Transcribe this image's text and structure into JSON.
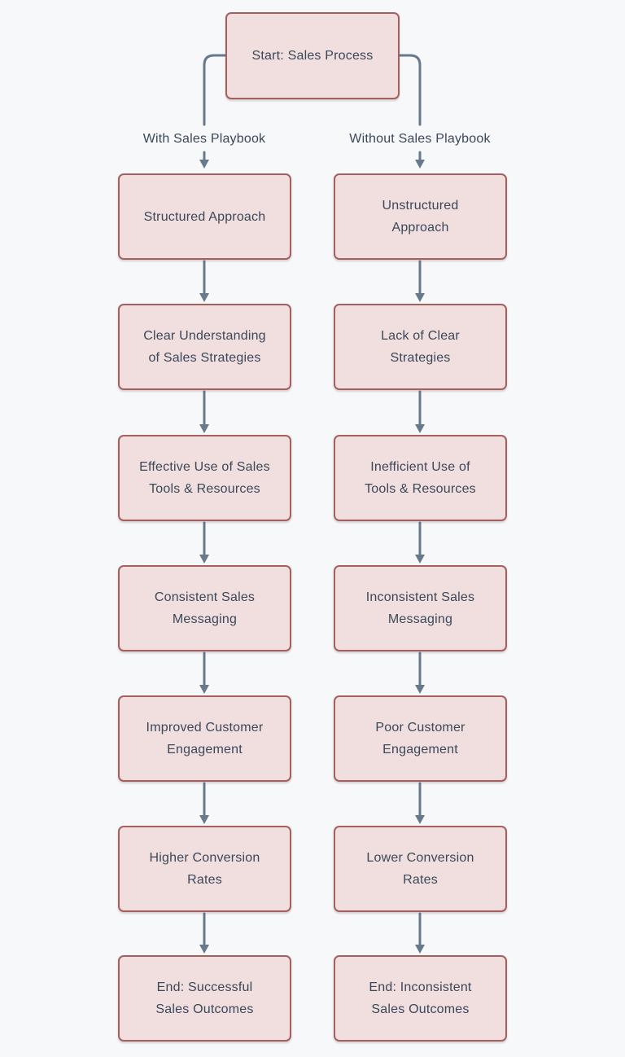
{
  "diagram": {
    "type": "flowchart",
    "direction": "top-down",
    "colors": {
      "background": "#f7f8fa",
      "node_fill": "#f1dede",
      "node_border": "#a65f5f",
      "text": "#3b4859",
      "arrow": "#67798d"
    },
    "start_node": "Start: Sales Process",
    "branches": [
      {
        "edge_label": "With Sales Playbook",
        "nodes": [
          "Structured Approach",
          "Clear Understanding\nof Sales Strategies",
          "Effective Use of Sales\nTools & Resources",
          "Consistent Sales\nMessaging",
          "Improved Customer\nEngagement",
          "Higher Conversion\nRates",
          "End: Successful\nSales Outcomes"
        ]
      },
      {
        "edge_label": "Without Sales Playbook",
        "nodes": [
          "Unstructured\nApproach",
          "Lack of Clear\nStrategies",
          "Inefficient Use of\nTools & Resources",
          "Inconsistent Sales\nMessaging",
          "Poor Customer\nEngagement",
          "Lower Conversion\nRates",
          "End: Inconsistent\nSales Outcomes"
        ]
      }
    ]
  }
}
